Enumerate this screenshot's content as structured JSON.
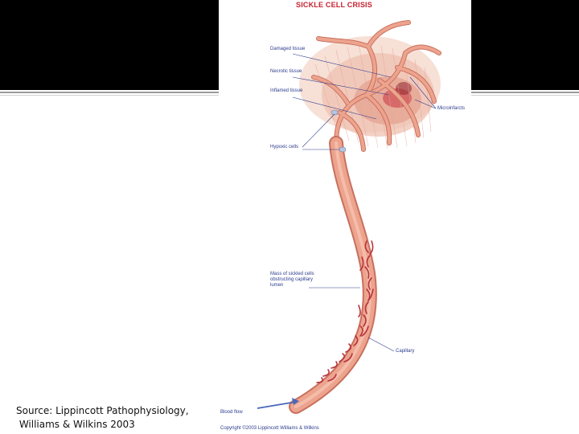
{
  "figure": {
    "title": "SICKLE CELL CRISIS",
    "labels": {
      "damaged_tissue": "Damaged tissue",
      "necrotic_tissue": "Necrotic tissue",
      "inflamed_tissue": "Inflamed tissue",
      "hypoxic_cells": "Hypoxic cells",
      "mass_sickled_cells": "Mass of sickled cells obstructing capillary lumen",
      "microinfarcts": "Microinfarcts",
      "capillary": "Capillary",
      "blood_flow": "Blood flow"
    },
    "copyright": "Copyright ©2003 Lippincott Williams & Wilkins"
  },
  "source": {
    "line1": "Source: Lippincott Pathophysiology,",
    "line2": " Williams & Wilkins 2003"
  },
  "colors": {
    "title": "#c8202f",
    "label": "#2d3c8e",
    "vessel": "#e9a088",
    "vessel_dark": "#c9705e",
    "sickle_cell": "#b8323c",
    "background_band": "#000000"
  }
}
